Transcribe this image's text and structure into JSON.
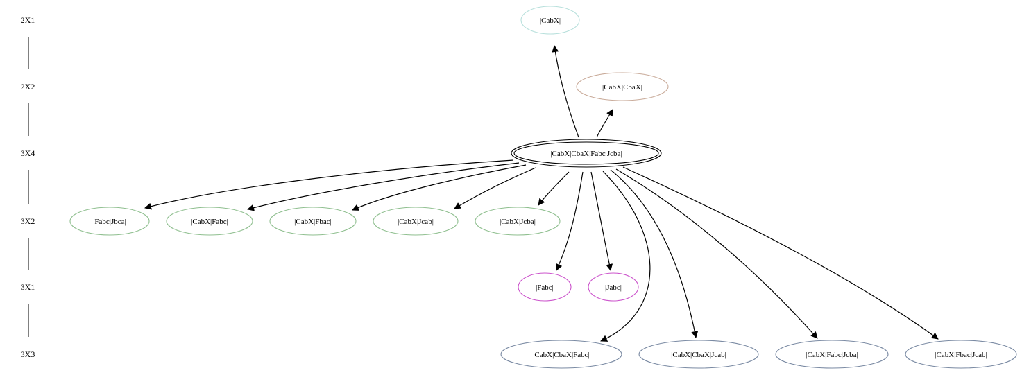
{
  "colors": {
    "edge": "#000000",
    "rank_2x1": "#b8e0dc",
    "rank_2x2": "#c9ab9a",
    "rank_3x4": "#000000",
    "rank_3x2": "#8fbf8f",
    "rank_3x1": "#cc55cc",
    "rank_3x3": "#7a8aa3"
  },
  "ranks": [
    {
      "id": "2X1",
      "label": "2X1"
    },
    {
      "id": "2X2",
      "label": "2X2"
    },
    {
      "id": "3X4",
      "label": "3X4"
    },
    {
      "id": "3X2",
      "label": "3X2"
    },
    {
      "id": "3X1",
      "label": "3X1"
    },
    {
      "id": "3X3",
      "label": "3X3"
    }
  ],
  "nodes": [
    {
      "id": "n_cabx",
      "label": "|CabX|",
      "rank": "2X1"
    },
    {
      "id": "n_cabx_cbax",
      "label": "|CabX|CbaX|",
      "rank": "2X2"
    },
    {
      "id": "n_root",
      "label": "|CabX|CbaX|Fabc|Jcba|",
      "rank": "3X4",
      "double_border": true
    },
    {
      "id": "n_fabc_jbca",
      "label": "|Fabc|Jbca|",
      "rank": "3X2"
    },
    {
      "id": "n_cabx_fabc",
      "label": "|CabX|Fabc|",
      "rank": "3X2"
    },
    {
      "id": "n_cabx_fbac",
      "label": "|CabX|Fbac|",
      "rank": "3X2"
    },
    {
      "id": "n_cabx_jcab",
      "label": "|CabX|Jcab|",
      "rank": "3X2"
    },
    {
      "id": "n_cabx_jcba",
      "label": "|CabX|Jcba|",
      "rank": "3X2"
    },
    {
      "id": "n_fabc",
      "label": "|Fabc|",
      "rank": "3X1"
    },
    {
      "id": "n_jabc",
      "label": "|Jabc|",
      "rank": "3X1"
    },
    {
      "id": "n_cabx_cbax_fabc",
      "label": "|CabX|CbaX|Fabc|",
      "rank": "3X3"
    },
    {
      "id": "n_cabx_cbax_jcab",
      "label": "|CabX|CbaX|Jcab|",
      "rank": "3X3"
    },
    {
      "id": "n_cabx_fabc_jcba",
      "label": "|CabX|Fabc|Jcba|",
      "rank": "3X3"
    },
    {
      "id": "n_cabx_fbac_jcab",
      "label": "|CabX|Fbac|Jcab|",
      "rank": "3X3"
    }
  ],
  "edges": [
    {
      "from": "n_root",
      "to": "n_cabx"
    },
    {
      "from": "n_root",
      "to": "n_cabx_cbax"
    },
    {
      "from": "n_root",
      "to": "n_fabc_jbca"
    },
    {
      "from": "n_root",
      "to": "n_cabx_fabc"
    },
    {
      "from": "n_root",
      "to": "n_cabx_fbac"
    },
    {
      "from": "n_root",
      "to": "n_cabx_jcab"
    },
    {
      "from": "n_root",
      "to": "n_cabx_jcba"
    },
    {
      "from": "n_root",
      "to": "n_fabc"
    },
    {
      "from": "n_root",
      "to": "n_jabc"
    },
    {
      "from": "n_root",
      "to": "n_cabx_cbax_fabc"
    },
    {
      "from": "n_root",
      "to": "n_cabx_cbax_jcab"
    },
    {
      "from": "n_root",
      "to": "n_cabx_fabc_jcba"
    },
    {
      "from": "n_root",
      "to": "n_cabx_fbac_jcab"
    }
  ]
}
